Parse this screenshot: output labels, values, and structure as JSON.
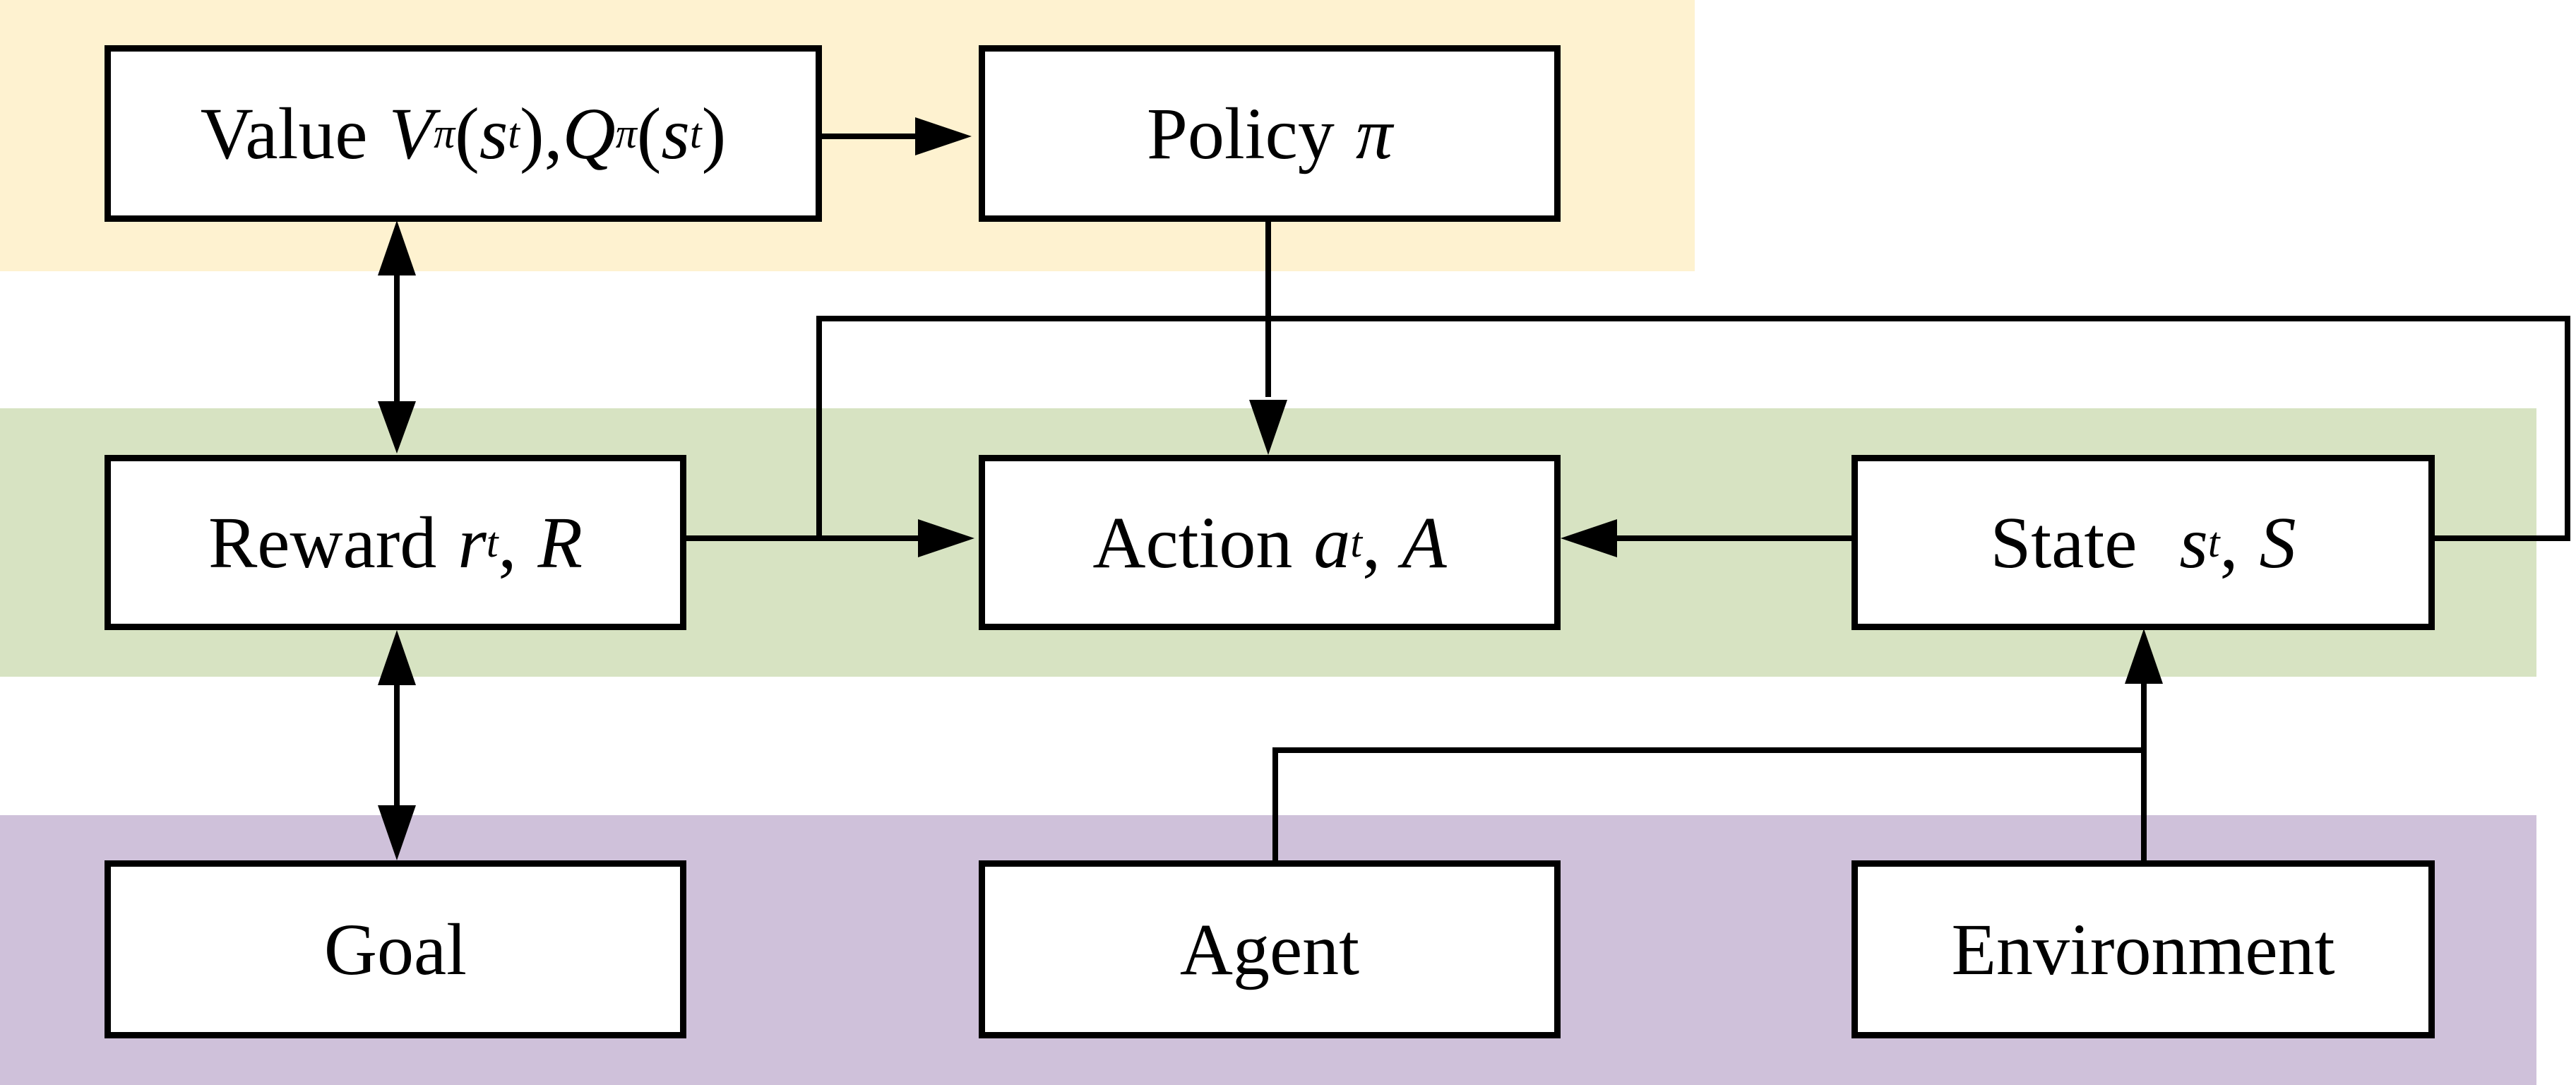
{
  "bands": [
    {
      "id": "top",
      "color": "#FEF2D0"
    },
    {
      "id": "middle",
      "color": "#D7E3C2"
    },
    {
      "id": "bottom",
      "color": "#CFC1DA"
    }
  ],
  "nodes": {
    "value": {
      "label": "Value",
      "V": "V",
      "Q": "Q",
      "pi": "π",
      "s": "s",
      "t": "t",
      "lparen": "(",
      "rparen": ")",
      "comma": ","
    },
    "policy": {
      "label": "Policy",
      "pi": "π"
    },
    "reward": {
      "label": "Reward",
      "r": "r",
      "t": "t",
      "comma": ",",
      "R": "R"
    },
    "action": {
      "label": "Action",
      "a": "a",
      "t": "t",
      "comma": ",",
      "A": "A"
    },
    "state": {
      "label": "State",
      "s": "s",
      "t": "t",
      "comma": ",",
      "S": "S"
    },
    "goal": {
      "label": "Goal"
    },
    "agent": {
      "label": "Agent"
    },
    "environment": {
      "label": "Environment"
    }
  },
  "colors": {
    "line": "#000000",
    "box_fill": "#FFFFFF"
  }
}
